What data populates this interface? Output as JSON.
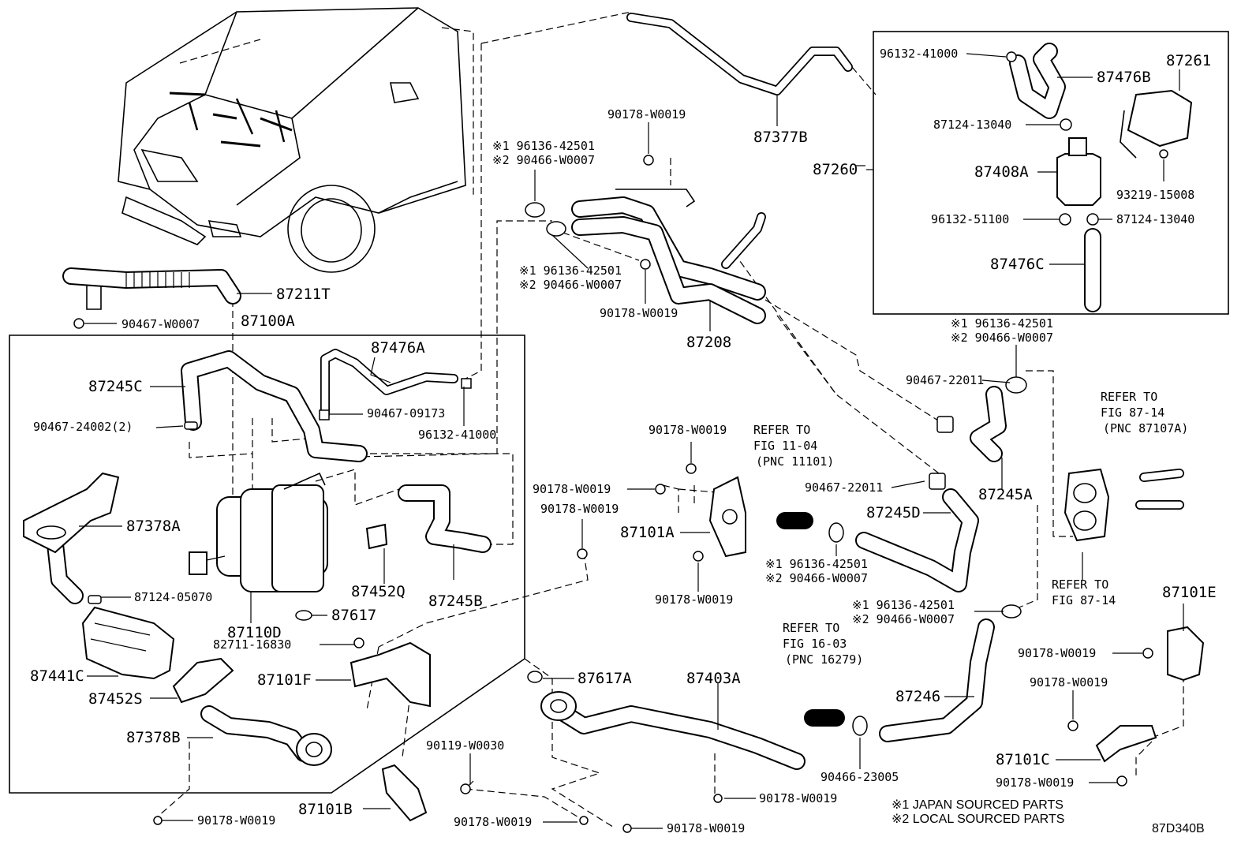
{
  "diagram_id": "87D340B",
  "legend": {
    "note1": "※1 JAPAN SOURCED PARTS",
    "note2": "※2 LOCAL SOURCED PARTS"
  },
  "groups": {
    "main": "87100A",
    "reservoir": "87260"
  },
  "references": [
    {
      "line1": "REFER TO",
      "line2": "FIG 11-04",
      "line3": "(PNC 11101)"
    },
    {
      "line1": "REFER TO",
      "line2": "FIG 87-14",
      "line3": "(PNC 87107A)"
    },
    {
      "line1": "REFER TO",
      "line2": "FIG 87-14",
      "line3": ""
    },
    {
      "line1": "REFER TO",
      "line2": "FIG 16-03",
      "line3": "(PNC 16279)"
    }
  ],
  "parts": {
    "p87211T": "87211T",
    "p90467_W0007": "90467-W0007",
    "p87245C": "87245C",
    "p90467_24002": "90467-24002(2)",
    "p87476A": "87476A",
    "p90467_09173": "90467-09173",
    "p96132_41000a": "96132-41000",
    "p87378A": "87378A",
    "p87124_05070": "87124-05070",
    "p87110D": "87110D",
    "p87452Q": "87452Q",
    "p87617": "87617",
    "p87245B": "87245B",
    "p82711_16830": "82711-16830",
    "p87441C": "87441C",
    "p87452S": "87452S",
    "p87101F": "87101F",
    "p87378B": "87378B",
    "p90178_W0019_bl": "90178-W0019",
    "p87101B": "87101B",
    "p90119_W0030": "90119-W0030",
    "p90178_W0019_bc": "90178-W0019",
    "p90178_W0019_bc2": "90178-W0019",
    "p87617A": "87617A",
    "p87403A": "87403A",
    "p90178_W0019_b3": "90178-W0019",
    "p90178_W0019_t1": "90178-W0019",
    "p96136_42501_t1": "※1 96136-42501",
    "p90466_W0007_t1": "※2 90466-W0007",
    "p96136_42501_t2": "※1 96136-42501",
    "p90466_W0007_t2": "※2 90466-W0007",
    "p90178_W0019_t2": "90178-W0019",
    "p87208": "87208",
    "p87377B": "87377B",
    "p96132_41000b": "96132-41000",
    "p87476B": "87476B",
    "p87261": "87261",
    "p87124_13040a": "87124-13040",
    "p87408A": "87408A",
    "p93219_15008": "93219-15008",
    "p96132_51100": "96132-51100",
    "p87124_13040b": "87124-13040",
    "p87476C": "87476C",
    "p96136_42501_r1": "※1 96136-42501",
    "p90466_W0007_r1": "※2 90466-W0007",
    "p90467_22011a": "90467-22011",
    "p90467_22011b": "90467-22011",
    "p87245A": "87245A",
    "p87245D": "87245D",
    "p90178_W0019_m1": "90178-W0019",
    "p90178_W0019_m2": "90178-W0019",
    "p90178_W0019_m3": "90178-W0019",
    "p87101A": "87101A",
    "p90178_W0019_m4": "90178-W0019",
    "p96136_42501_m": "※1 96136-42501",
    "p90466_W0007_m": "※2 90466-W0007",
    "p96136_42501_r2": "※1 96136-42501",
    "p90466_W0007_r2": "※2 90466-W0007",
    "p87246": "87246",
    "p90466_23005": "90466-23005",
    "p87101E": "87101E",
    "p90178_W0019_r3": "90178-W0019",
    "p90178_W0019_r4": "90178-W0019",
    "p87101C": "87101C",
    "p90178_W0019_r5": "90178-W0019"
  }
}
